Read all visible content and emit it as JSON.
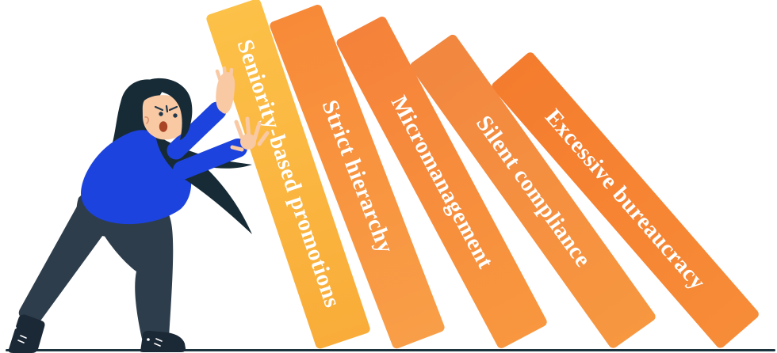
{
  "dominoes": [
    {
      "label": "Seniority-based promotions",
      "color_top": "#FCC148",
      "color_bottom": "#F9AC39"
    },
    {
      "label": "Strict hierarchy",
      "color_top": "#F78A38",
      "color_bottom": "#F99E48"
    },
    {
      "label": "Micromanagement",
      "color_top": "#F5823A",
      "color_bottom": "#F8973F"
    },
    {
      "label": "Silent compliance",
      "color_top": "#F28740",
      "color_bottom": "#F79740"
    },
    {
      "label": "Excessive bureaucracy",
      "color_top": "#F47C2E",
      "color_bottom": "#F78C38"
    }
  ],
  "label_text_color": "#FFFFFF",
  "palette": {
    "ground_line": "#1C333E",
    "skin": "#F9C9A4",
    "hair": "#172B36",
    "sweater": "#1C43DE",
    "pants": "#2E3D4B",
    "shoes": "#1B2836",
    "mouth": "#A94425"
  }
}
